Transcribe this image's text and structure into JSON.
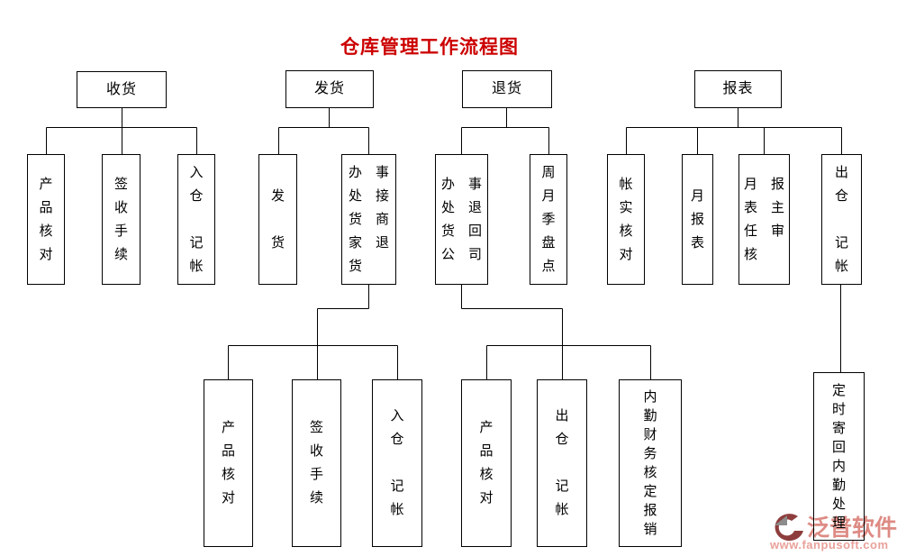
{
  "title": "仓库管理工作流程图",
  "colors": {
    "title_red": "#cc0000",
    "line_black": "#000000",
    "box_border": "#000000",
    "watermark_pink": "#dd8b84",
    "logo_dark_red": "#8e3d3d",
    "logo_gray": "#8c8c8c"
  },
  "nodes": {
    "receiving": {
      "label": "收货"
    },
    "shipping": {
      "label": "发货"
    },
    "returns": {
      "label": "退货"
    },
    "reports": {
      "label": "报表"
    },
    "recv_product_check": {
      "label": "产品核对",
      "lines": [
        "产",
        "品",
        "核",
        "对"
      ]
    },
    "recv_sign": {
      "label": "签收手续",
      "lines": [
        "签",
        "收",
        "手",
        "续"
      ]
    },
    "recv_instock": {
      "label": "入仓 记帐",
      "lines": [
        "入",
        "仓",
        "",
        "记",
        "帐"
      ]
    },
    "ship_dispatch": {
      "label": "发 货",
      "lines": [
        "发",
        "",
        "货"
      ]
    },
    "ship_office": {
      "label": "办事处接货商家退货",
      "lines": [
        "办　事",
        "处　接",
        "货　商",
        "家　退",
        "货"
      ]
    },
    "ret_office": {
      "label": "办事处退货回公司",
      "lines": [
        "办　事",
        "处　退",
        "货　回",
        "公　司"
      ]
    },
    "ret_inventory": {
      "label": "周月季盘点",
      "lines": [
        "周",
        "月",
        "季",
        "盘",
        "点"
      ]
    },
    "rep_account_check": {
      "label": "帐实核对",
      "lines": [
        "帐",
        "实",
        "核",
        "对"
      ]
    },
    "rep_monthly": {
      "label": "月报表",
      "lines": [
        "月",
        "报",
        "表"
      ]
    },
    "rep_review": {
      "label": "月报表主任审核",
      "lines": [
        "月　报",
        "表　主",
        "任　审",
        "核"
      ]
    },
    "rep_outstock": {
      "label": "出仓 记帐",
      "lines": [
        "出",
        "仓",
        "",
        "记",
        "帐"
      ]
    },
    "ship2_product_check": {
      "label": "产品核对",
      "lines": [
        "产",
        "品",
        "核",
        "对"
      ]
    },
    "ship2_sign": {
      "label": "签收手续",
      "lines": [
        "签",
        "收",
        "手",
        "续"
      ]
    },
    "ship2_instock": {
      "label": "入仓 记帐",
      "lines": [
        "入",
        "仓",
        "",
        "记",
        "帐"
      ]
    },
    "ret2_product_check": {
      "label": "产品核对",
      "lines": [
        "产",
        "品",
        "核",
        "对"
      ]
    },
    "ret2_outstock": {
      "label": "出仓 记帐",
      "lines": [
        "出",
        "仓",
        "",
        "记",
        "帐"
      ]
    },
    "ret2_finance": {
      "label": "内勤财务核定报销",
      "lines": [
        "内",
        "勤",
        "财",
        "务",
        "核",
        "定",
        "报",
        "销"
      ]
    },
    "rep2_sendback": {
      "label": "定时寄回内勤处理",
      "lines": [
        "定",
        "时",
        "寄",
        "回",
        "内",
        "勤",
        "处",
        "理"
      ]
    }
  },
  "watermark": {
    "brand": "泛普软件",
    "url": "www.fanpusoft.com"
  }
}
